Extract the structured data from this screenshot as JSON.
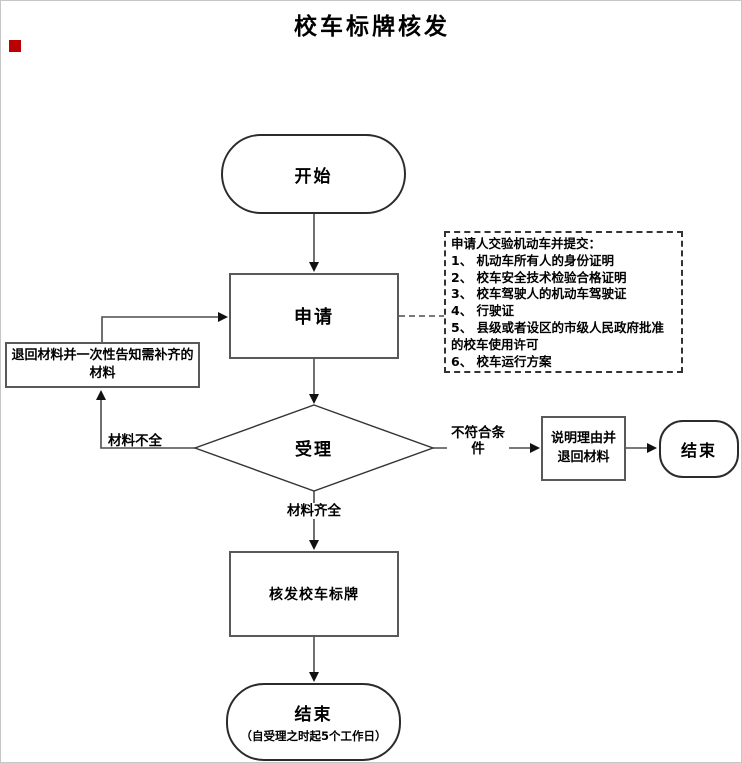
{
  "title": "校车标牌核发",
  "colors": {
    "line": "#4d4d4d",
    "arrow": "#111111",
    "box_border": "#595959",
    "marker_red": "#bb0000"
  },
  "nodes": {
    "start": {
      "label": "开始"
    },
    "apply": {
      "label": "申请"
    },
    "note": {
      "lines": [
        "申请人交验机动车并提交：",
        "1、 机动车所有人的身份证明",
        "2、 校车安全技术检验合格证明",
        "3、 校车驾驶人的机动车驾驶证",
        "4、 行驶证",
        "5、 县级或者设区的市级人民政府批准",
        "的校车使用许可",
        "6、 校车运行方案"
      ]
    },
    "return_materials": {
      "lines": [
        "退回材料并一次性告知需补齐的",
        "材料"
      ]
    },
    "accept": {
      "label": "受理"
    },
    "explain": {
      "lines": [
        "说明理由并",
        "退回材料"
      ]
    },
    "end_right": {
      "label": "结束"
    },
    "issue": {
      "label": "核发校车标牌"
    },
    "end_bottom": {
      "label": "结束",
      "sublabel": "（自受理之时起5个工作日）"
    }
  },
  "edges": {
    "incomplete": "材料不全",
    "not_conform": [
      "不符合条",
      "件"
    ],
    "complete": "材料齐全"
  }
}
